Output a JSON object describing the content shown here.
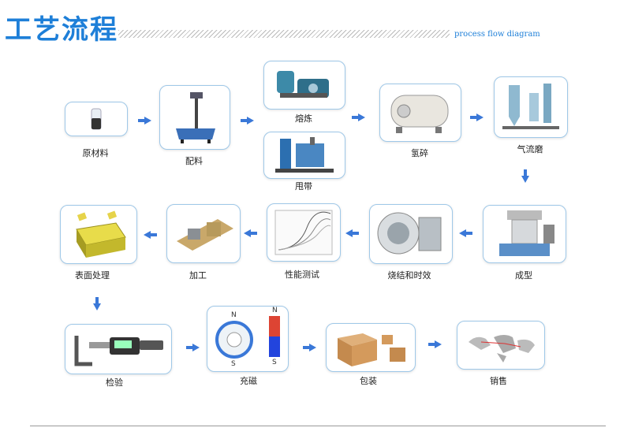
{
  "header": {
    "title": "工艺流程",
    "subtitle": "process flow diagram"
  },
  "steps": {
    "raw": "原材料",
    "batch": "配料",
    "smelt": "熔炼",
    "strip": "甩带",
    "hydrogen": "氢碎",
    "jetmill": "气流磨",
    "molding": "成型",
    "sinter": "烧结和时效",
    "test": "性能测试",
    "machining": "加工",
    "surface": "表面处理",
    "inspect": "检验",
    "magnetize": "充磁",
    "pack": "包装",
    "sale": "销售"
  },
  "magnet_labels": {
    "n1": "N",
    "s1": "S",
    "n2": "N",
    "s2": "S"
  },
  "colors": {
    "accent": "#1e7fd8",
    "arrow": "#3a78d8",
    "border": "#9fc8e8"
  }
}
